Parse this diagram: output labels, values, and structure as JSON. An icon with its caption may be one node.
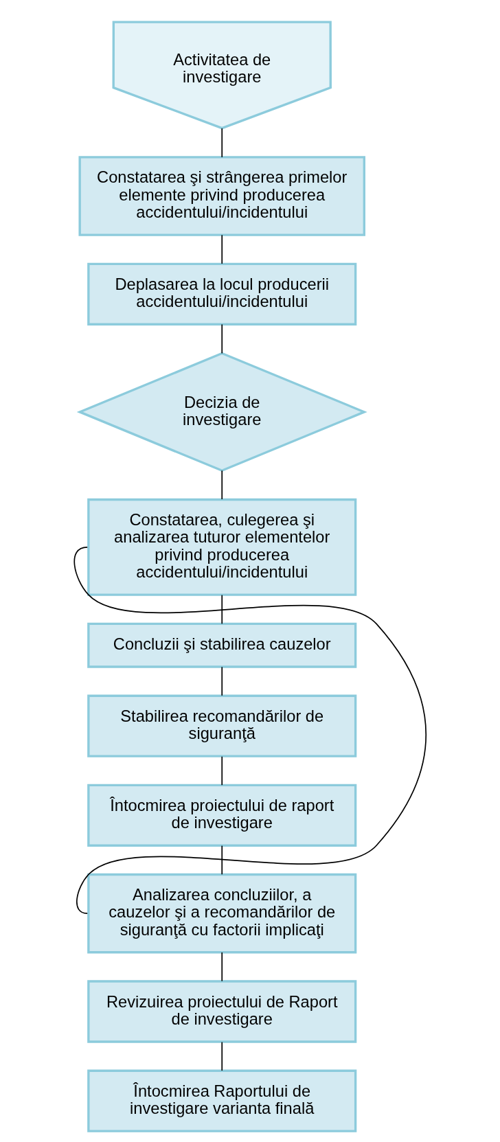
{
  "diagram": {
    "nodes": [
      {
        "text": [
          "Activitatea de investigare"
        ]
      },
      {
        "text": [
          "Constatarea şi strângerea primelor elemente privind producerea accidentului/incidentului"
        ]
      },
      {
        "text": [
          "Deplasarea la locul producerii accidentului/incidentului"
        ]
      },
      {
        "text": [
          "Decizia de investigare"
        ]
      },
      {
        "text": [
          "Constatarea, culegerea şi analizarea tuturor elementelor privind producerea accidentului/incidentului"
        ]
      },
      {
        "text": [
          "Concluzii şi stabilirea cauzelor"
        ]
      },
      {
        "text": [
          "Stabilirea recomandărilor de siguranţă"
        ]
      },
      {
        "text": [
          "Întocmirea proiectului de raport de investigare"
        ]
      },
      {
        "text": [
          "Analizarea concluziilor, a cauzelor şi a recomandărilor de siguranţă cu factorii implicaţi"
        ]
      },
      {
        "text": [
          "Revizuirea proiectului de Raport de investigare"
        ]
      },
      {
        "text": [
          "Întocmirea Raportului de investigare varianta finală"
        ]
      }
    ],
    "edges": [
      {
        "from": 0,
        "to": 1,
        "arrow": "none"
      },
      {
        "from": 1,
        "to": 2,
        "arrow": "none"
      },
      {
        "from": 2,
        "to": 3,
        "arrow": "none"
      },
      {
        "from": 3,
        "to": 4,
        "arrow": "none"
      },
      {
        "from": 4,
        "to": 5,
        "arrow": "none"
      },
      {
        "from": 5,
        "to": 6,
        "arrow": "none"
      },
      {
        "from": 6,
        "to": 7,
        "arrow": "none"
      },
      {
        "from": 7,
        "to": 8,
        "arrow": "none"
      },
      {
        "from": 8,
        "to": 9,
        "arrow": "none"
      },
      {
        "from": 9,
        "to": 10,
        "arrow": "none"
      },
      {
        "from": 8,
        "to": 4,
        "arrow": "none"
      }
    ]
  }
}
